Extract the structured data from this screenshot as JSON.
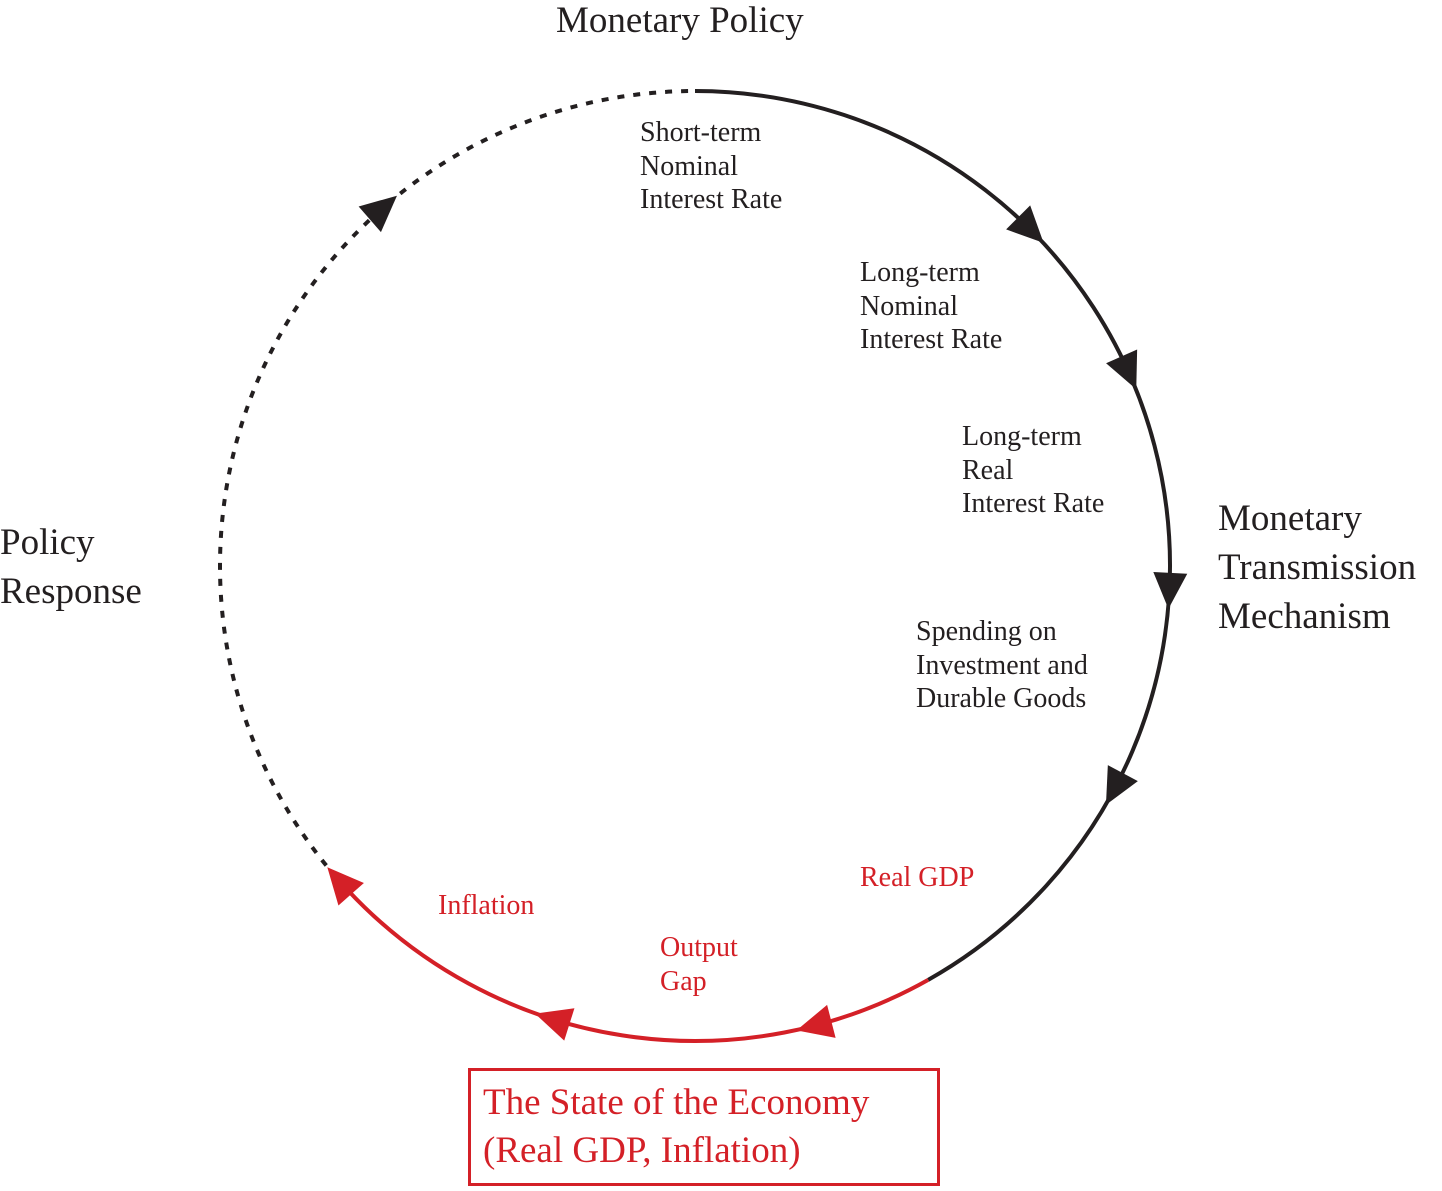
{
  "title": "Monetary Policy",
  "transmission_label": "Monetary\nTransmission\nMechanism",
  "response_label": "Policy\nResponse",
  "steps": [
    {
      "label": "Short-term\nNominal\nInterest Rate"
    },
    {
      "label": "Long-term\nNominal\nInterest Rate"
    },
    {
      "label": "Long-term\nReal\nInterest Rate"
    },
    {
      "label": "Spending on\nInvestment and\nDurable Goods"
    },
    {
      "label": "Real GDP"
    },
    {
      "label": "Output\nGap"
    },
    {
      "label": "Inflation"
    }
  ],
  "state_box": "The State of the Economy\n(Real GDP, Inflation)",
  "colors": {
    "black": "#231f20",
    "red": "#d42027"
  }
}
